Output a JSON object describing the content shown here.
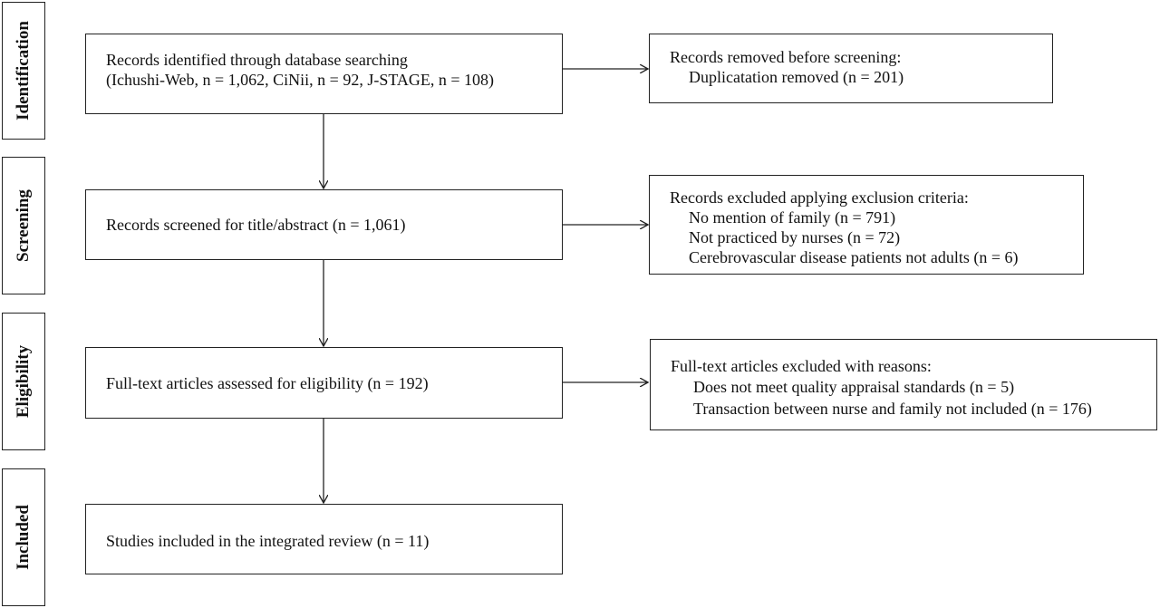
{
  "stages": [
    {
      "id": "identification",
      "label": "Identification"
    },
    {
      "id": "screening",
      "label": "Screening"
    },
    {
      "id": "eligibility",
      "label": "Eligibility"
    },
    {
      "id": "included",
      "label": "Included"
    }
  ],
  "main_boxes": {
    "identification": {
      "lines": [
        "Records identified through database searching",
        "(Ichushi-Web, n = 1,062, CiNii, n = 92, J-STAGE, n = 108)"
      ]
    },
    "screening": {
      "lines": [
        "Records screened for title/abstract (n = 1,061)"
      ]
    },
    "eligibility": {
      "lines": [
        "Full-text articles assessed for eligibility (n = 192)"
      ]
    },
    "included": {
      "lines": [
        "Studies included in the integrated review (n = 11)"
      ]
    }
  },
  "side_boxes": {
    "removed": {
      "heading": "Records removed before screening:",
      "items": [
        "Duplicatation removed (n = 201)"
      ]
    },
    "excluded": {
      "heading": "Records excluded applying exclusion criteria:",
      "items": [
        "No mention of family (n = 791)",
        "Not practiced by nurses (n = 72)",
        "Cerebrovascular disease patients not adults (n = 6)"
      ]
    },
    "fulltext_excluded": {
      "heading": "Full-text articles excluded with reasons:",
      "items": [
        "Does not meet quality appraisal standards (n = 5)",
        "Transaction between nurse and family not included (n = 176)"
      ]
    }
  },
  "colors": {
    "line": "#222222",
    "text": "#111111",
    "background": "#ffffff"
  }
}
